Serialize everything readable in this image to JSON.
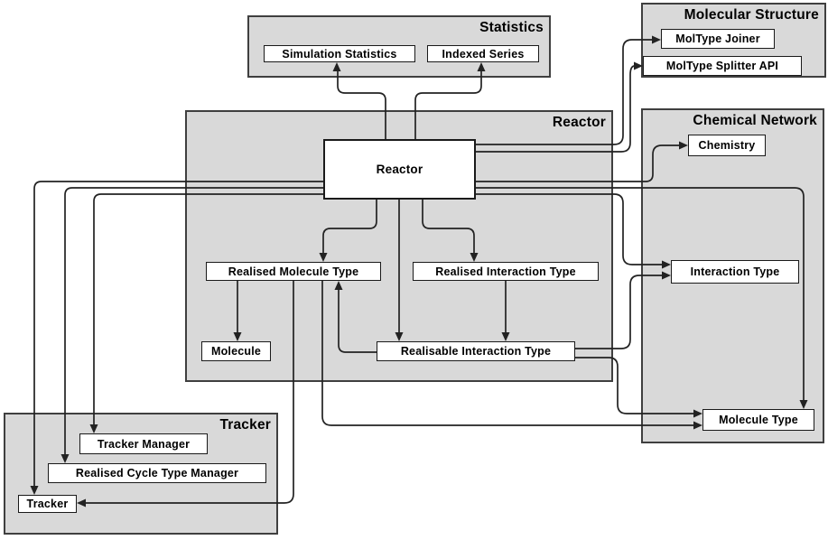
{
  "colors": {
    "background": "#ffffff",
    "container_fill": "#d9d9d9",
    "container_border": "#3f3f3f",
    "node_fill": "#ffffff",
    "node_border": "#1a1a1a",
    "line": "#222222"
  },
  "containers": {
    "statistics": {
      "title": "Statistics"
    },
    "molecular_structure": {
      "title": "Molecular Structure"
    },
    "reactor": {
      "title": "Reactor"
    },
    "chemical_network": {
      "title": "Chemical Network"
    },
    "tracker": {
      "title": "Tracker"
    }
  },
  "nodes": {
    "simulation_statistics": {
      "label": "Simulation Statistics"
    },
    "indexed_series": {
      "label": "Indexed Series"
    },
    "moltype_joiner": {
      "label": "MolType Joiner"
    },
    "moltype_splitter_api": {
      "label": "MolType Splitter API"
    },
    "reactor": {
      "label": "Reactor"
    },
    "chemistry": {
      "label": "Chemistry"
    },
    "realised_molecule_type": {
      "label": "Realised Molecule Type"
    },
    "realised_interaction_type": {
      "label": "Realised Interaction Type"
    },
    "interaction_type": {
      "label": "Interaction Type"
    },
    "molecule": {
      "label": "Molecule"
    },
    "realisable_interaction_type": {
      "label": "Realisable Interaction Type"
    },
    "molecule_type": {
      "label": "Molecule Type"
    },
    "tracker_manager": {
      "label": "Tracker Manager"
    },
    "realised_cycle_type_manager": {
      "label": "Realised Cycle Type Manager"
    },
    "tracker": {
      "label": "Tracker"
    }
  },
  "edges": [
    {
      "from": "Reactor",
      "to": "Simulation Statistics"
    },
    {
      "from": "Reactor",
      "to": "Indexed Series"
    },
    {
      "from": "Reactor",
      "to": "MolType Joiner"
    },
    {
      "from": "Reactor",
      "to": "MolType Splitter API"
    },
    {
      "from": "Reactor",
      "to": "Chemistry"
    },
    {
      "from": "Reactor",
      "to": "Interaction Type"
    },
    {
      "from": "Reactor",
      "to": "Molecule Type"
    },
    {
      "from": "Reactor",
      "to": "Tracker Manager"
    },
    {
      "from": "Reactor",
      "to": "Realised Cycle Type Manager"
    },
    {
      "from": "Reactor",
      "to": "Tracker"
    },
    {
      "from": "Reactor",
      "to": "Realised Molecule Type"
    },
    {
      "from": "Reactor",
      "to": "Realised Interaction Type"
    },
    {
      "from": "Reactor",
      "to": "Realisable Interaction Type"
    },
    {
      "from": "Realised Molecule Type",
      "to": "Molecule"
    },
    {
      "from": "Realised Molecule Type",
      "to": "Molecule Type"
    },
    {
      "from": "Realised Molecule Type",
      "to": "Tracker"
    },
    {
      "from": "Realised Interaction Type",
      "to": "Realisable Interaction Type"
    },
    {
      "from": "Realisable Interaction Type",
      "to": "Realised Molecule Type"
    },
    {
      "from": "Realisable Interaction Type",
      "to": "Interaction Type"
    },
    {
      "from": "Realisable Interaction Type",
      "to": "Molecule Type"
    }
  ]
}
